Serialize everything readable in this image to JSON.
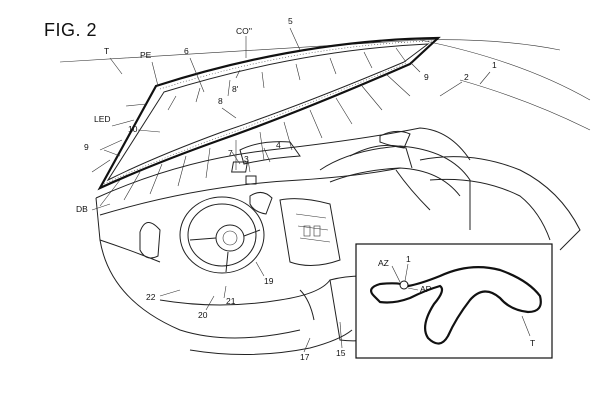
{
  "figure": {
    "title": "FIG. 2",
    "labels": {
      "ref_1": "1",
      "ref_2": "2",
      "ref_3": "3",
      "ref_4": "4",
      "ref_5": "5",
      "ref_6": "6",
      "ref_7": "7",
      "ref_8": "8",
      "ref_8p": "8'",
      "ref_9a": "9",
      "ref_9b": "9",
      "ref_10": "10",
      "ref_15": "15",
      "ref_17": "17",
      "ref_19": "19",
      "ref_20": "20",
      "ref_21": "21",
      "ref_22": "22",
      "ref_T": "T",
      "ref_PE": "PE",
      "ref_CO": "CO''",
      "ref_LED": "LED",
      "ref_DB": "DB"
    },
    "inset": {
      "ref_AZ": "AZ",
      "ref_1": "1",
      "ref_AP": "AP",
      "ref_T": "T"
    }
  }
}
